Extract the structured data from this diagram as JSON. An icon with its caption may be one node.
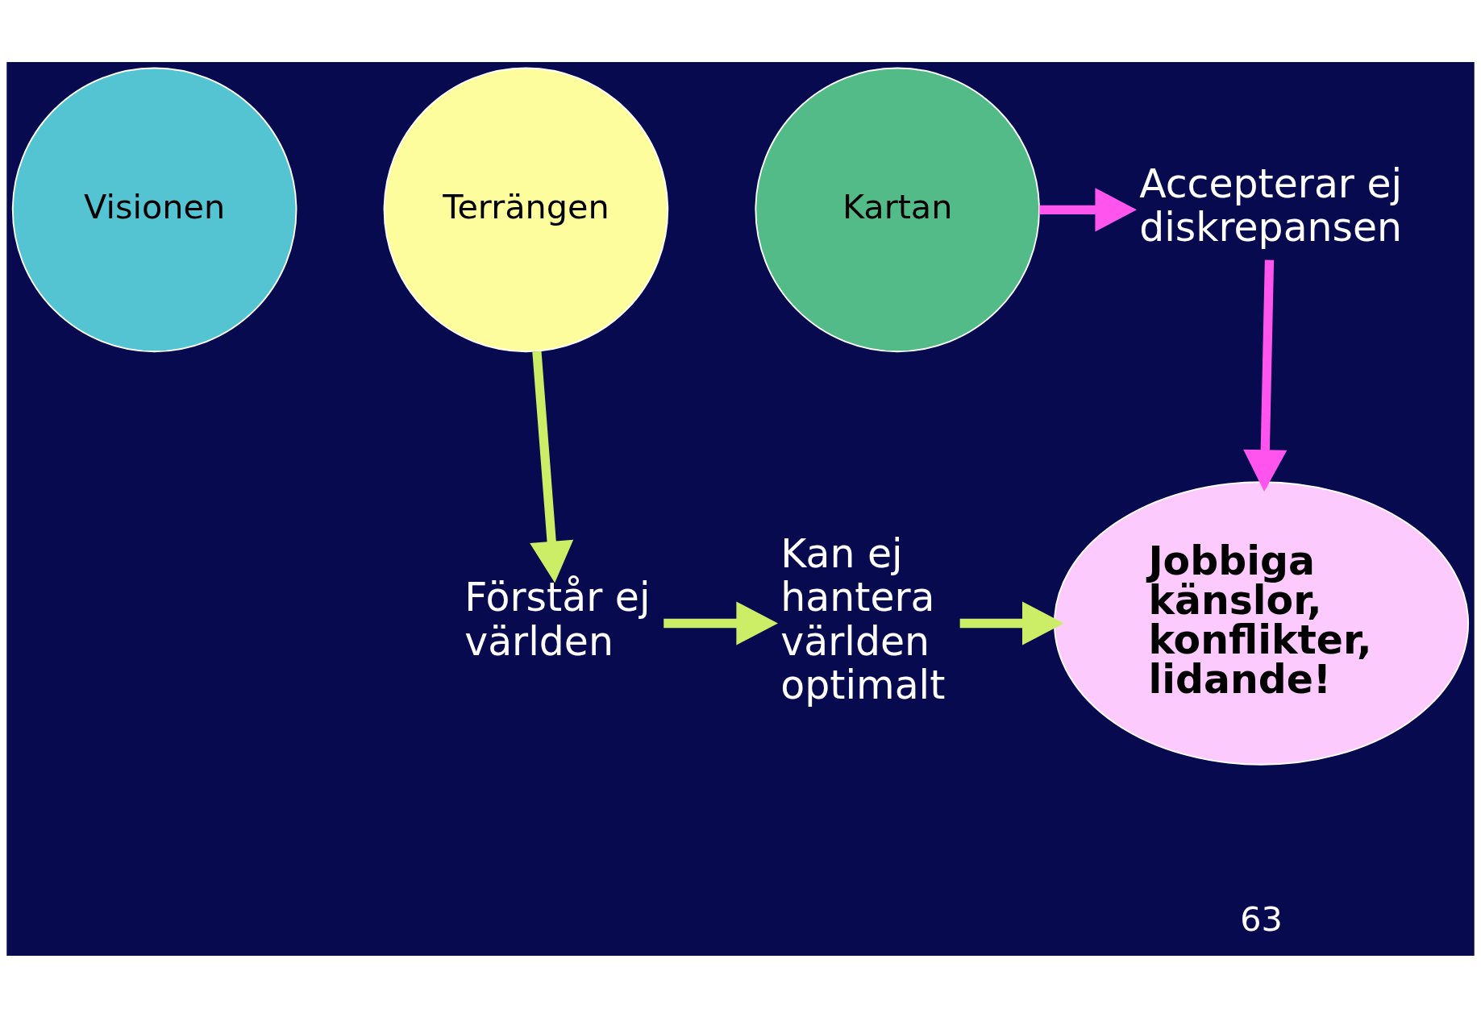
{
  "diagram": {
    "nodes": [
      {
        "text": [
          "Visionen"
        ]
      },
      {
        "text": [
          "Terrängen"
        ]
      },
      {
        "text": [
          "Kartan"
        ]
      },
      {
        "text": [
          "Accepterar ej diskrepansen"
        ]
      },
      {
        "text": [
          "Förstår ej världen"
        ]
      },
      {
        "text": [
          "Kan ej hantera världen optimalt"
        ]
      },
      {
        "text": [
          "Jobbiga känslor, konflikter, lidande!"
        ]
      }
    ],
    "edges": [
      {
        "from": 2,
        "to": 3,
        "arrow": "to",
        "color": "#ff55ee"
      },
      {
        "from": 3,
        "to": 6,
        "arrow": "to",
        "color": "#ff55ee"
      },
      {
        "from": 1,
        "to": 4,
        "arrow": "to"
      },
      {
        "from": 4,
        "to": 5,
        "arrow": "to"
      },
      {
        "from": 5,
        "to": 6,
        "arrow": "to"
      }
    ],
    "labels": [
      "63"
    ]
  }
}
